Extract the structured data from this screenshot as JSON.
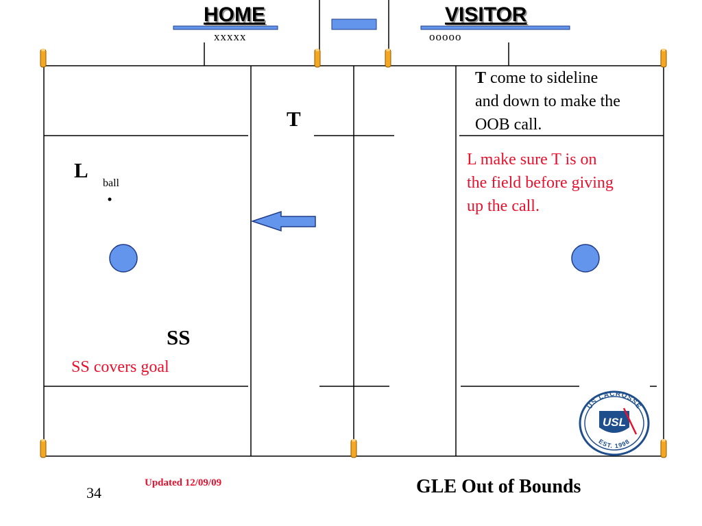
{
  "header": {
    "home_label": "HOME",
    "visitor_label": "VISITOR",
    "home_team_marks": "xxxxx",
    "visitor_team_marks": "ooooo"
  },
  "players": {
    "trail": "T",
    "lead": "L",
    "single_side": "SS"
  },
  "ball": {
    "label": "ball"
  },
  "notes": {
    "trail_bold": "T",
    "trail_rest_line1": " come to sideline",
    "trail_line2": "and down to make the",
    "trail_line3": "OOB call.",
    "lead_line1": "L make sure T is on",
    "lead_line2": "the field before giving",
    "lead_line3": "up the call.",
    "ss_note": "SS covers goal"
  },
  "logo": {
    "top_text": "US LACROSSE",
    "center_text": "USL",
    "bottom_text": "EST. 1998"
  },
  "footer": {
    "slide_number": "34",
    "updated": "Updated 12/09/09",
    "title": "GLE Out of Bounds"
  },
  "colors": {
    "accent_blue": "#6495ED",
    "note_red": "#E8112D",
    "cone_orange": "#F5A623",
    "logo_navy": "#1F4E8C"
  }
}
